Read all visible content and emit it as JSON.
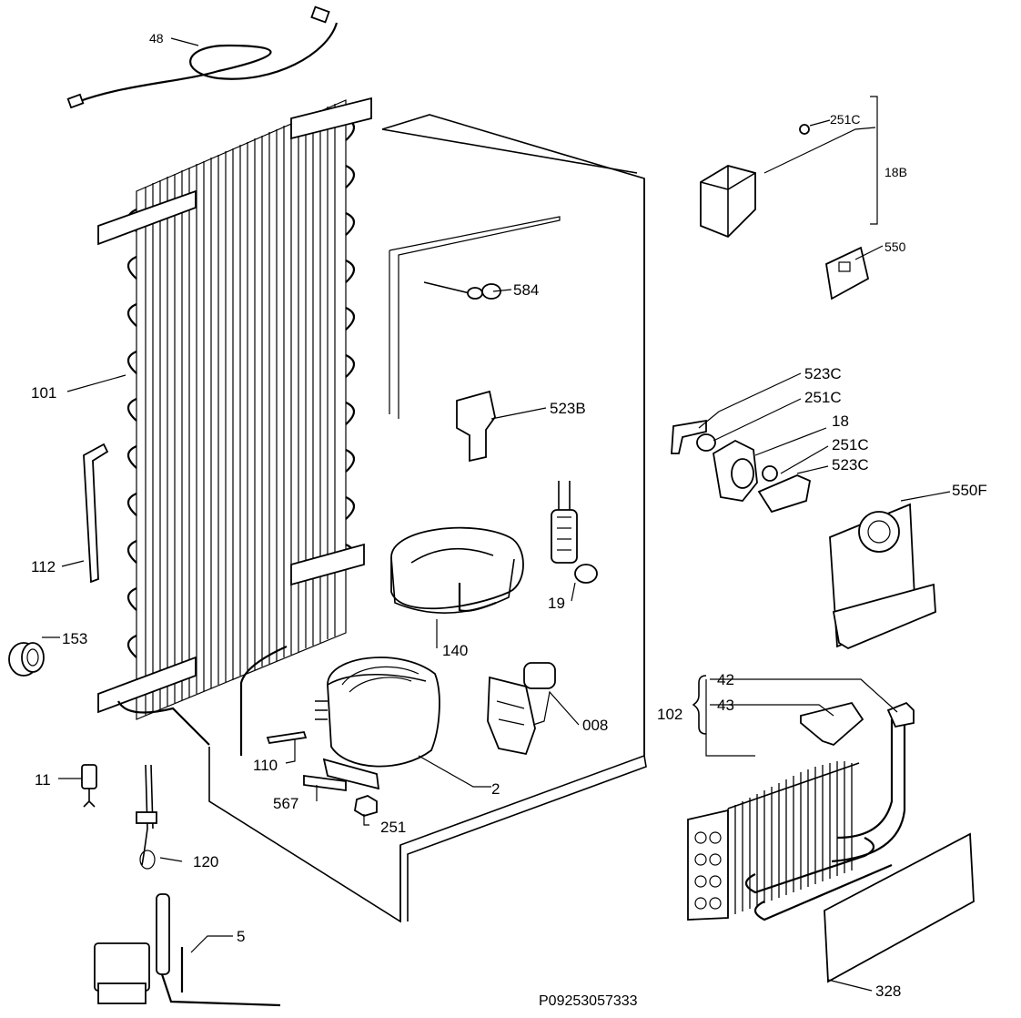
{
  "diagram_code": "P09253057333",
  "labels": {
    "p48": "48",
    "p101": "101",
    "p112": "112",
    "p153": "153",
    "p11": "11",
    "p120": "120",
    "p5": "5",
    "p584": "584",
    "p523b": "523B",
    "p19": "19",
    "p140": "140",
    "p008": "008",
    "p110": "110",
    "p567": "567",
    "p2": "2",
    "p251": "251",
    "p251c_top": "251C",
    "p18b": "18B",
    "p550": "550",
    "p523c_1": "523C",
    "p251c_2": "251C",
    "p18": "18",
    "p251c_3": "251C",
    "p523c_2": "523C",
    "p550f": "550F",
    "p42": "42",
    "p43": "43",
    "p102": "102",
    "p328": "328"
  }
}
